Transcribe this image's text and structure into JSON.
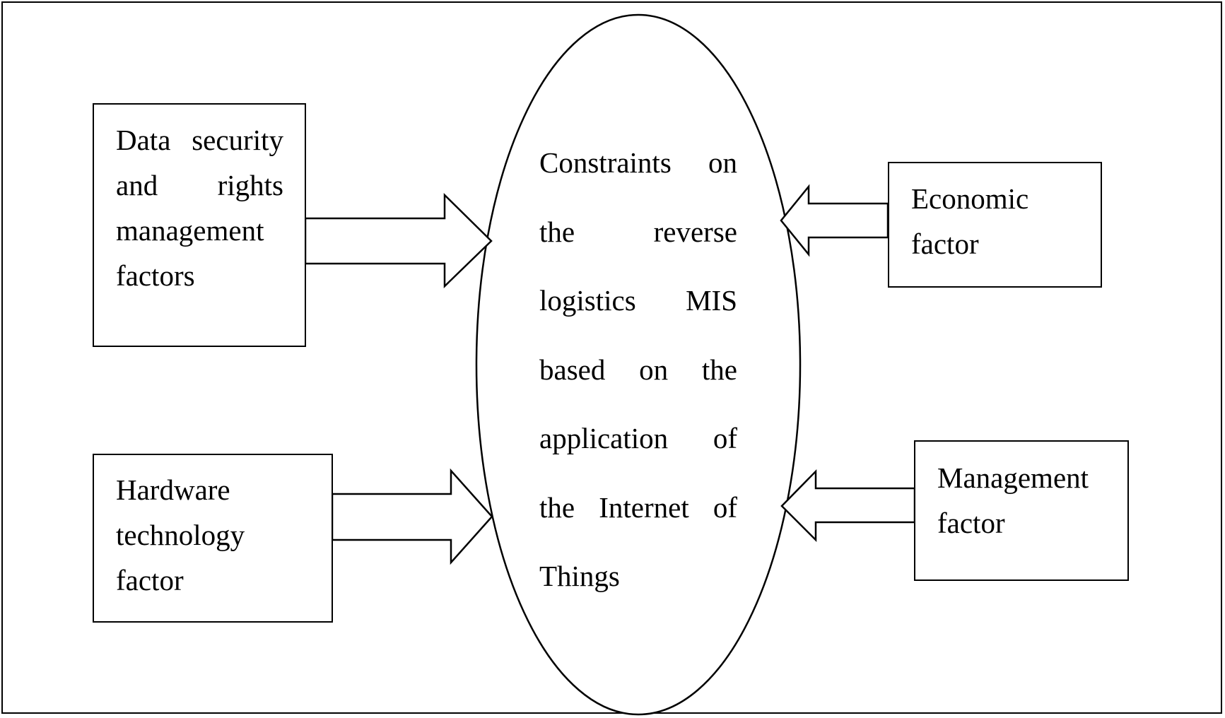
{
  "diagram": {
    "center": {
      "label": "Constraints on the reverse logistics MIS based on the application of the Internet of Things"
    },
    "factors": [
      {
        "id": "data-security",
        "label": "Data security and rights management factors",
        "side": "left",
        "arrow_direction": "right"
      },
      {
        "id": "hardware-technology",
        "label": "Hardware technology factor",
        "side": "left",
        "arrow_direction": "right"
      },
      {
        "id": "economic",
        "label": "Economic factor",
        "side": "right",
        "arrow_direction": "left"
      },
      {
        "id": "management",
        "label": "Management factor",
        "side": "right",
        "arrow_direction": "left"
      }
    ],
    "colors": {
      "stroke": "#000000",
      "fill": "#ffffff",
      "text": "#000000"
    }
  }
}
